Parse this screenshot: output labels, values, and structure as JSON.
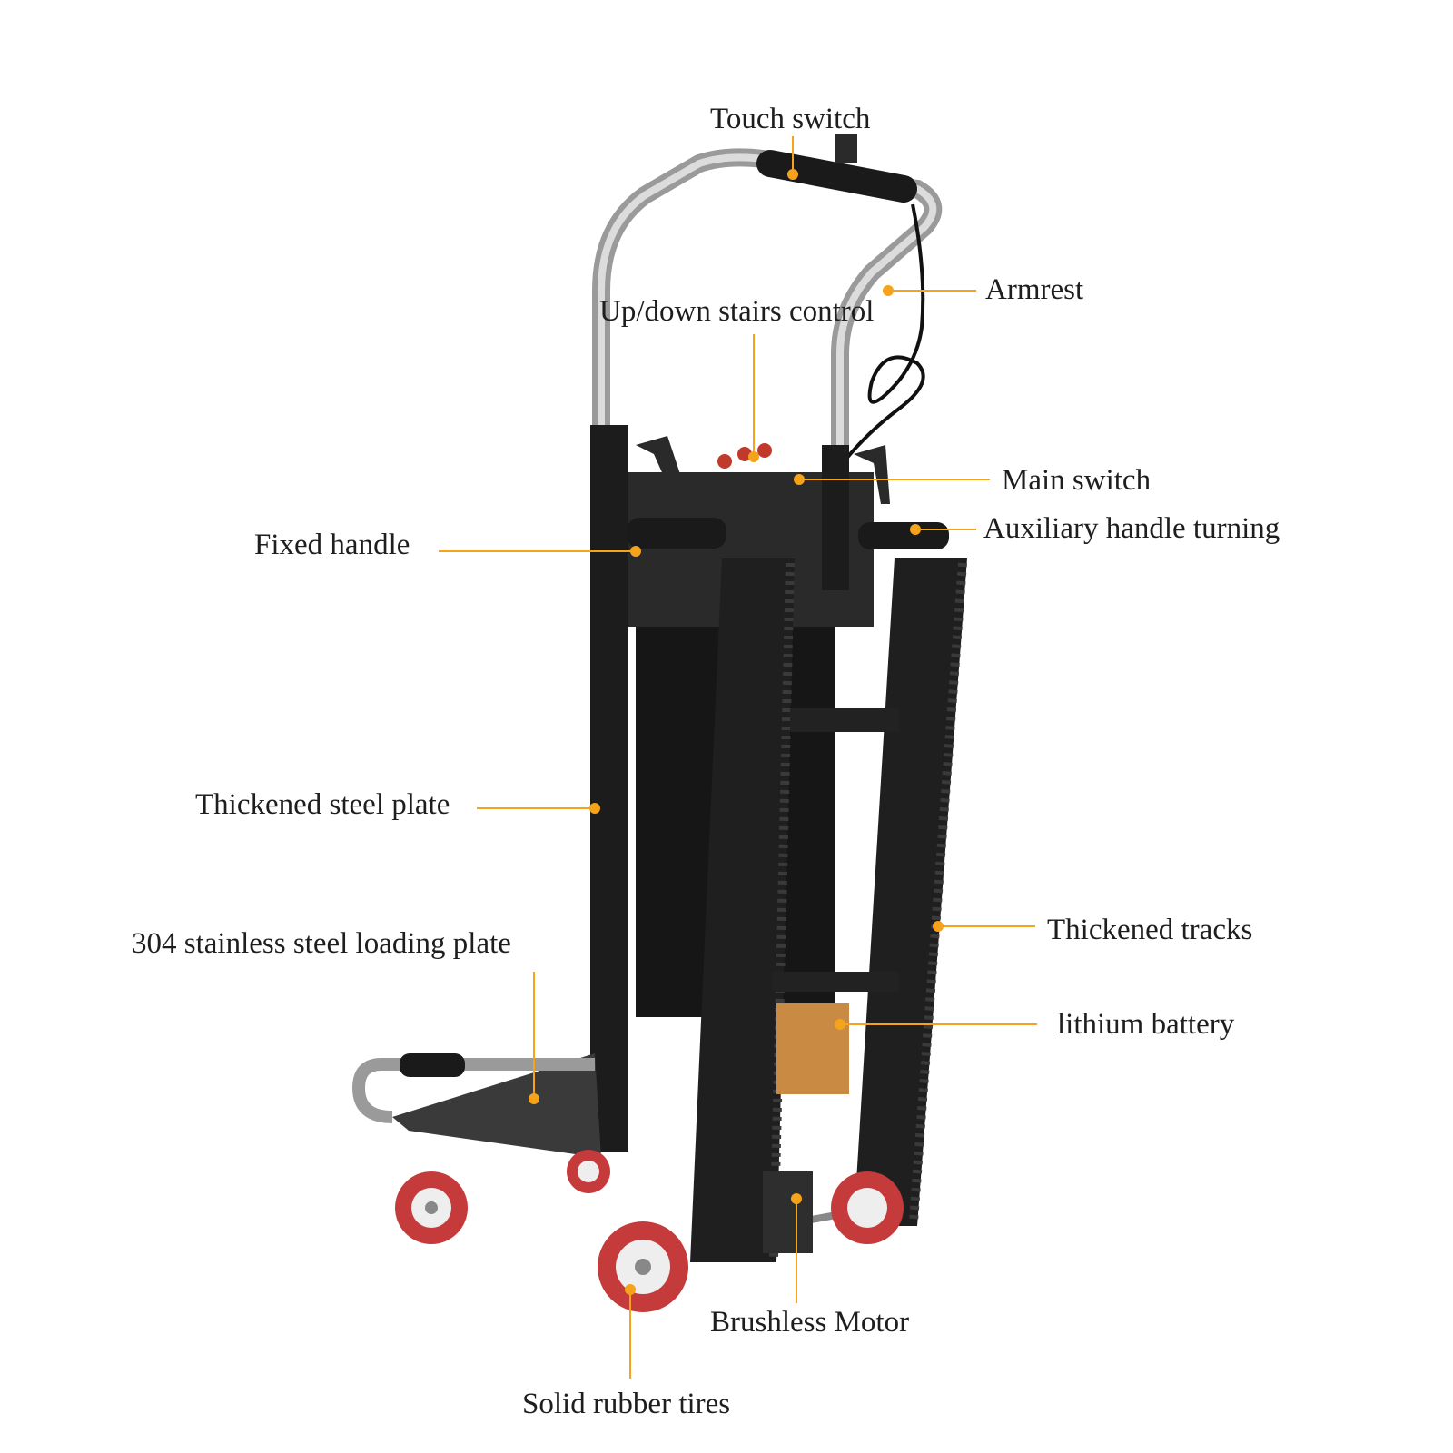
{
  "accent_color": "#f5a31a",
  "labels": {
    "touch_switch": "Touch switch",
    "armrest": "Armrest",
    "updown_control": "Up/down stairs control",
    "main_switch": "Main switch",
    "fixed_handle": "Fixed handle",
    "aux_handle": "Auxiliary handle turning",
    "steel_plate": "Thickened steel plate",
    "loading_plate": "304 stainless steel loading plate",
    "tracks": "Thickened tracks",
    "battery": "lithium battery",
    "motor": "Brushless Motor",
    "tires": "Solid rubber tires"
  }
}
